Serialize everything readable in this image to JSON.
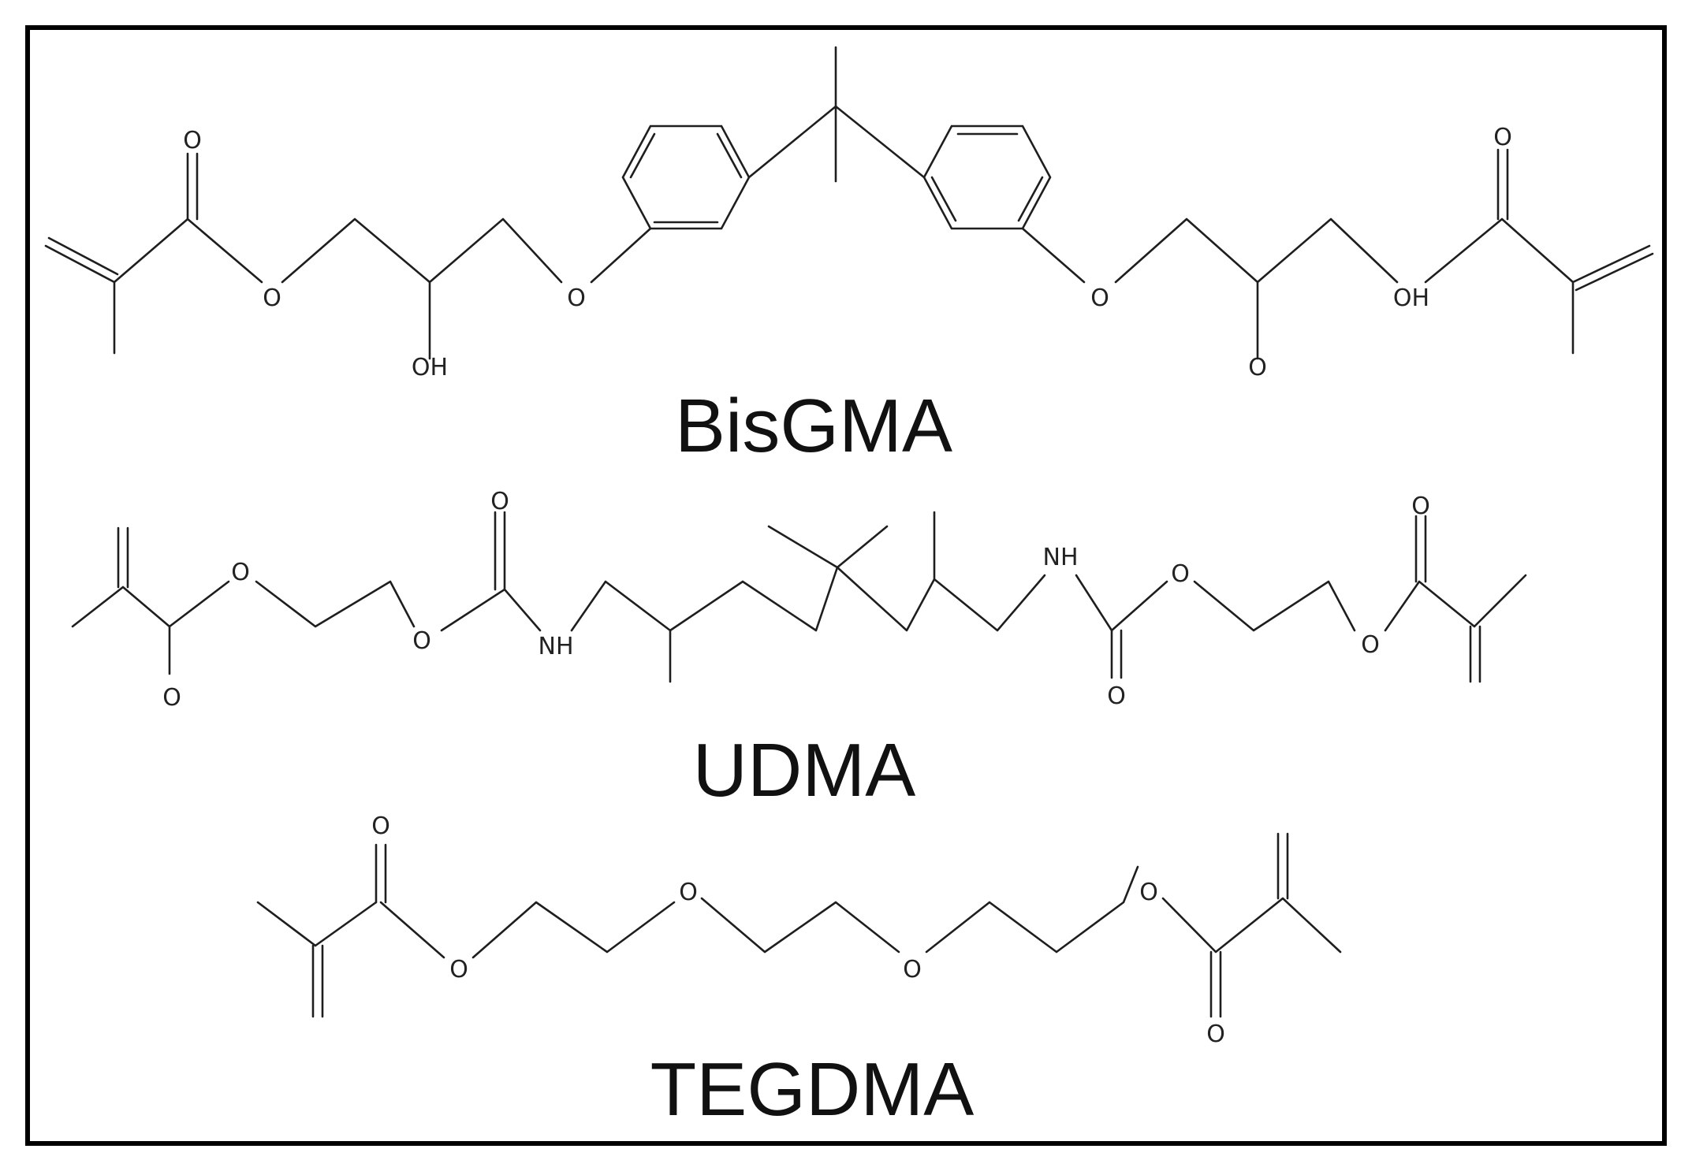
{
  "figure": {
    "border_color": "#000000",
    "bond_color": "#1e1e1e",
    "molecules": [
      {
        "id": "bisgma",
        "name": "BisGMA",
        "atom_labels": [
          "O",
          "O",
          "OH",
          "O",
          "O",
          "O",
          "OH",
          "O"
        ]
      },
      {
        "id": "udma",
        "name": "UDMA",
        "atom_labels": [
          "O",
          "O",
          "O",
          "O",
          "NH",
          "NH",
          "O",
          "O",
          "O",
          "O"
        ]
      },
      {
        "id": "tegdma",
        "name": "TEGDMA",
        "atom_labels": [
          "O",
          "O",
          "O",
          "O",
          "O",
          "O"
        ]
      }
    ]
  }
}
